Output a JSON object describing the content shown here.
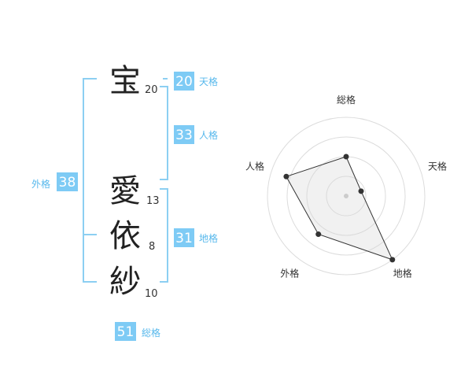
{
  "name_chars": [
    {
      "char": "宝",
      "strokes": "20"
    },
    {
      "char": "愛",
      "strokes": "13"
    },
    {
      "char": "依",
      "strokes": "8"
    },
    {
      "char": "紗",
      "strokes": "10"
    }
  ],
  "fortunes": {
    "tenkaku": {
      "label": "天格",
      "value": "20"
    },
    "jinkaku": {
      "label": "人格",
      "value": "33"
    },
    "chikaku": {
      "label": "地格",
      "value": "31"
    },
    "gaikaku": {
      "label": "外格",
      "value": "38"
    },
    "soukaku": {
      "label": "総格",
      "value": "51"
    }
  },
  "colors": {
    "badge": "#7ecbf5",
    "badge_label": "#57b8ec",
    "bracket": "#8ccff2"
  },
  "chart_data": {
    "type": "radar",
    "axes": [
      "総格",
      "天格",
      "地格",
      "外格",
      "人格"
    ],
    "values": [
      0.5,
      0.2,
      1.0,
      0.6,
      0.8
    ],
    "range": [
      0,
      1
    ],
    "rings": 4
  }
}
